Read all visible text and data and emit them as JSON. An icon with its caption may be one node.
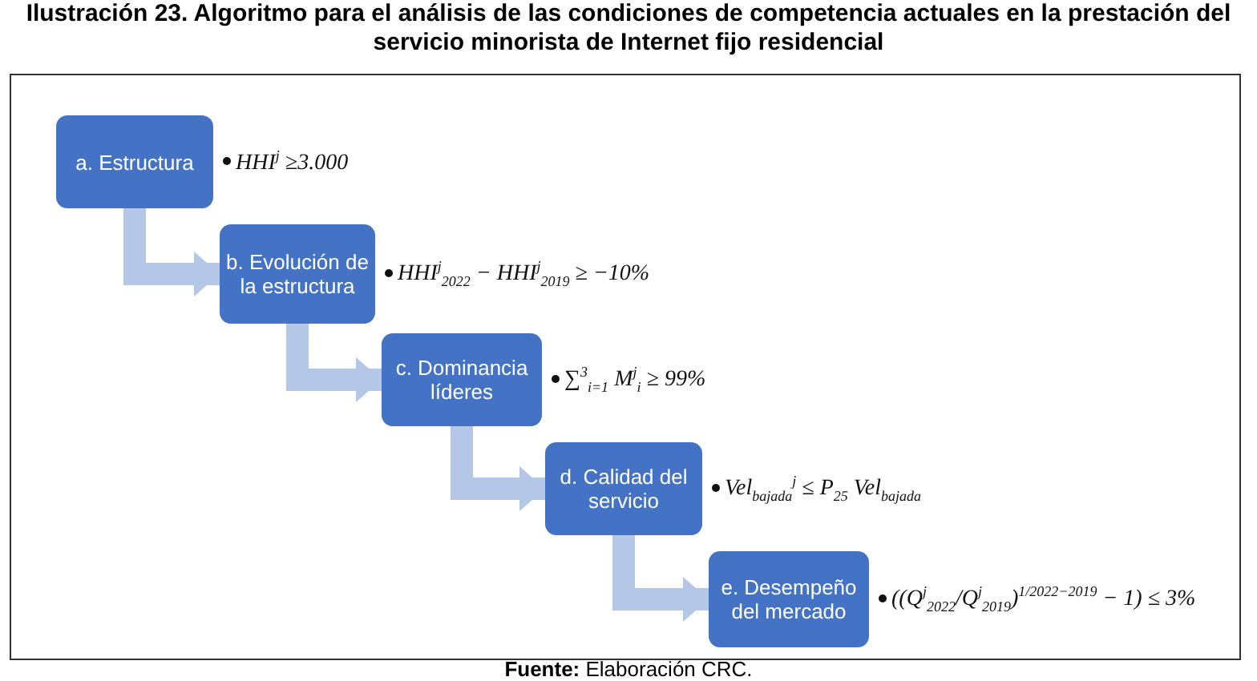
{
  "diagram": {
    "title": "Ilustración 23. Algoritmo para el análisis de las condiciones de competencia actuales en la prestación del servicio minorista de Internet fijo residencial",
    "caption": "**Fuente:** Elaboración CRC.",
    "nodes": [
      {
        "text": [
          "a. Estructura"
        ],
        "beside": [
          "HHI$^{j}$ ≥3.000"
        ]
      },
      {
        "text": [
          "b. Evolución de la estructura"
        ],
        "beside": [
          "HHI$^{j}$$_{2022}$ − HHI$^{j}$$_{2019}$ ≥ −10%"
        ]
      },
      {
        "text": [
          "c. Dominancia líderes"
        ],
        "beside": [
          "∑$^{3}$$_{i=1}$ M$^{j}$$_{i}$ ≥ 99%"
        ]
      },
      {
        "text": [
          "d. Calidad del servicio"
        ],
        "beside": [
          "Vel$_{bajada}$$^{j}$ ≤ P$_{25}$ Vel$_{bajada}$"
        ]
      },
      {
        "text": [
          "e. Desempeño del mercado"
        ],
        "beside": [
          "((Q$^{j}$$_{2022}$/Q$^{j}$$_{2019}$)$^{1/2022−2019}$ − 1) ≤ 3%"
        ]
      }
    ],
    "edges": [
      {
        "from": 0,
        "to": 1,
        "arrow": "to"
      },
      {
        "from": 1,
        "to": 2,
        "arrow": "to"
      },
      {
        "from": 2,
        "to": 3,
        "arrow": "to"
      },
      {
        "from": 3,
        "to": 4,
        "arrow": "to"
      }
    ]
  }
}
